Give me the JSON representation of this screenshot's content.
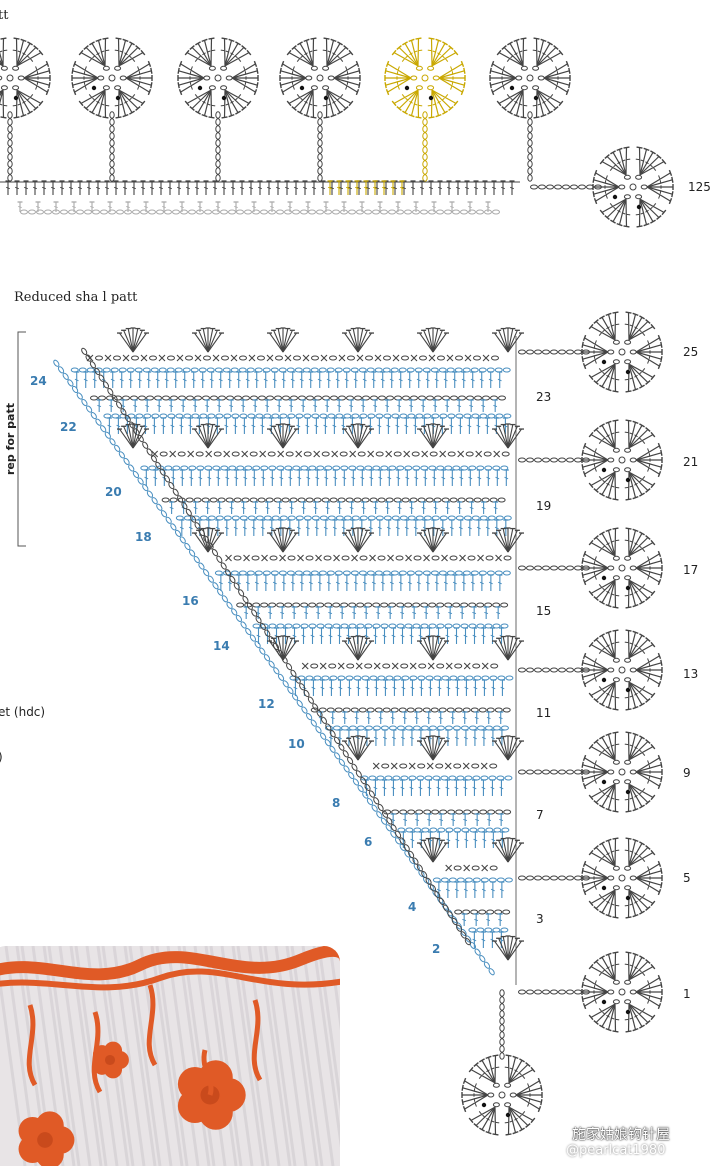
{
  "texts": {
    "top_fragment": "tt",
    "top_row": "125",
    "section_title": "Reduced sha  l patt",
    "rep_label": "rep for patt",
    "legend_hdc": "et (hdc)",
    "legend_paren": ")",
    "watermark_text": "施家姑娘钩针屋",
    "watermark_id": "@pearlcat1980"
  },
  "right_rows": [
    "25",
    "23",
    "21",
    "19",
    "17",
    "15",
    "13",
    "11",
    "9",
    "7",
    "5",
    "3",
    "1"
  ],
  "left_rows": [
    "24",
    "22",
    "20",
    "18",
    "16",
    "14",
    "12",
    "10",
    "8",
    "6",
    "4",
    "2"
  ],
  "colors": {
    "stitch": "#444444",
    "stitch_light": "#aaaaaa",
    "blue": "#4a8fc0",
    "row_label_blue": "#3a7cb0",
    "highlight": "#c9a800",
    "yarn": "#e05a26",
    "photo_bg": "#e8e4e6"
  },
  "icons": {
    "flower_motif": "crochet-flower-motif",
    "fan": "shell-fan-stitch",
    "chain": "chain-stitch",
    "watermark": "wechat-icon"
  }
}
